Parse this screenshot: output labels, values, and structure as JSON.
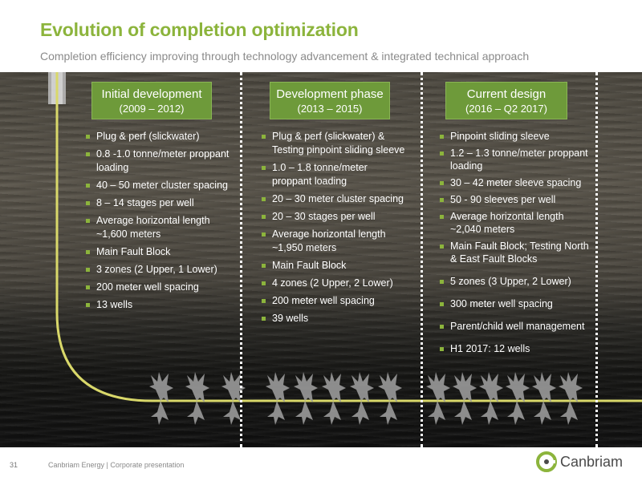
{
  "slide": {
    "title": "Evolution of completion optimization",
    "subtitle": "Completion efficiency improving through technology advancement & integrated technical approach"
  },
  "columns": [
    {
      "header": "Initial development",
      "period": "(2009 – 2012)",
      "bullets": [
        "Plug & perf (slickwater)",
        "0.8 -1.0 tonne/meter proppant loading",
        "40 – 50 meter cluster spacing",
        "8 – 14 stages per well",
        "Average horizontal length ~1,600 meters",
        "Main Fault Block",
        "3 zones (2 Upper, 1 Lower)",
        "200 meter well spacing",
        "13 wells"
      ]
    },
    {
      "header": "Development phase",
      "period": "(2013 – 2015)",
      "bullets": [
        "Plug & perf (slickwater) & Testing pinpoint sliding sleeve",
        "1.0 – 1.8 tonne/meter proppant loading",
        "20 – 30 meter cluster spacing",
        "20 – 30 stages per well",
        "Average horizontal length ~1,950 meters",
        "Main Fault Block",
        "4 zones (2 Upper, 2 Lower)",
        "200 meter well spacing",
        "39 wells"
      ]
    },
    {
      "header": "Current design",
      "period": "(2016 – Q2 2017)",
      "bullets": [
        "Pinpoint sliding sleeve",
        "1.2 – 1.3 tonne/meter proppant loading",
        "30 – 42 meter sleeve spacing",
        "50 - 90 sleeves per well",
        "Average horizontal length ~2,040 meters",
        "Main Fault Block; Testing North & East Fault Blocks",
        "5 zones (3 Upper, 2 Lower)",
        "300 meter well spacing",
        "Parent/child well management",
        "H1 2017: 12 wells"
      ]
    }
  ],
  "footer": {
    "page_number": "31",
    "text": "Canbriam Energy  |  Corporate presentation",
    "logo_text": "Canbriam"
  },
  "colors": {
    "accent_green": "#8cb43c",
    "header_green": "#6e9a3a",
    "wellbore": "#d9d86a"
  }
}
